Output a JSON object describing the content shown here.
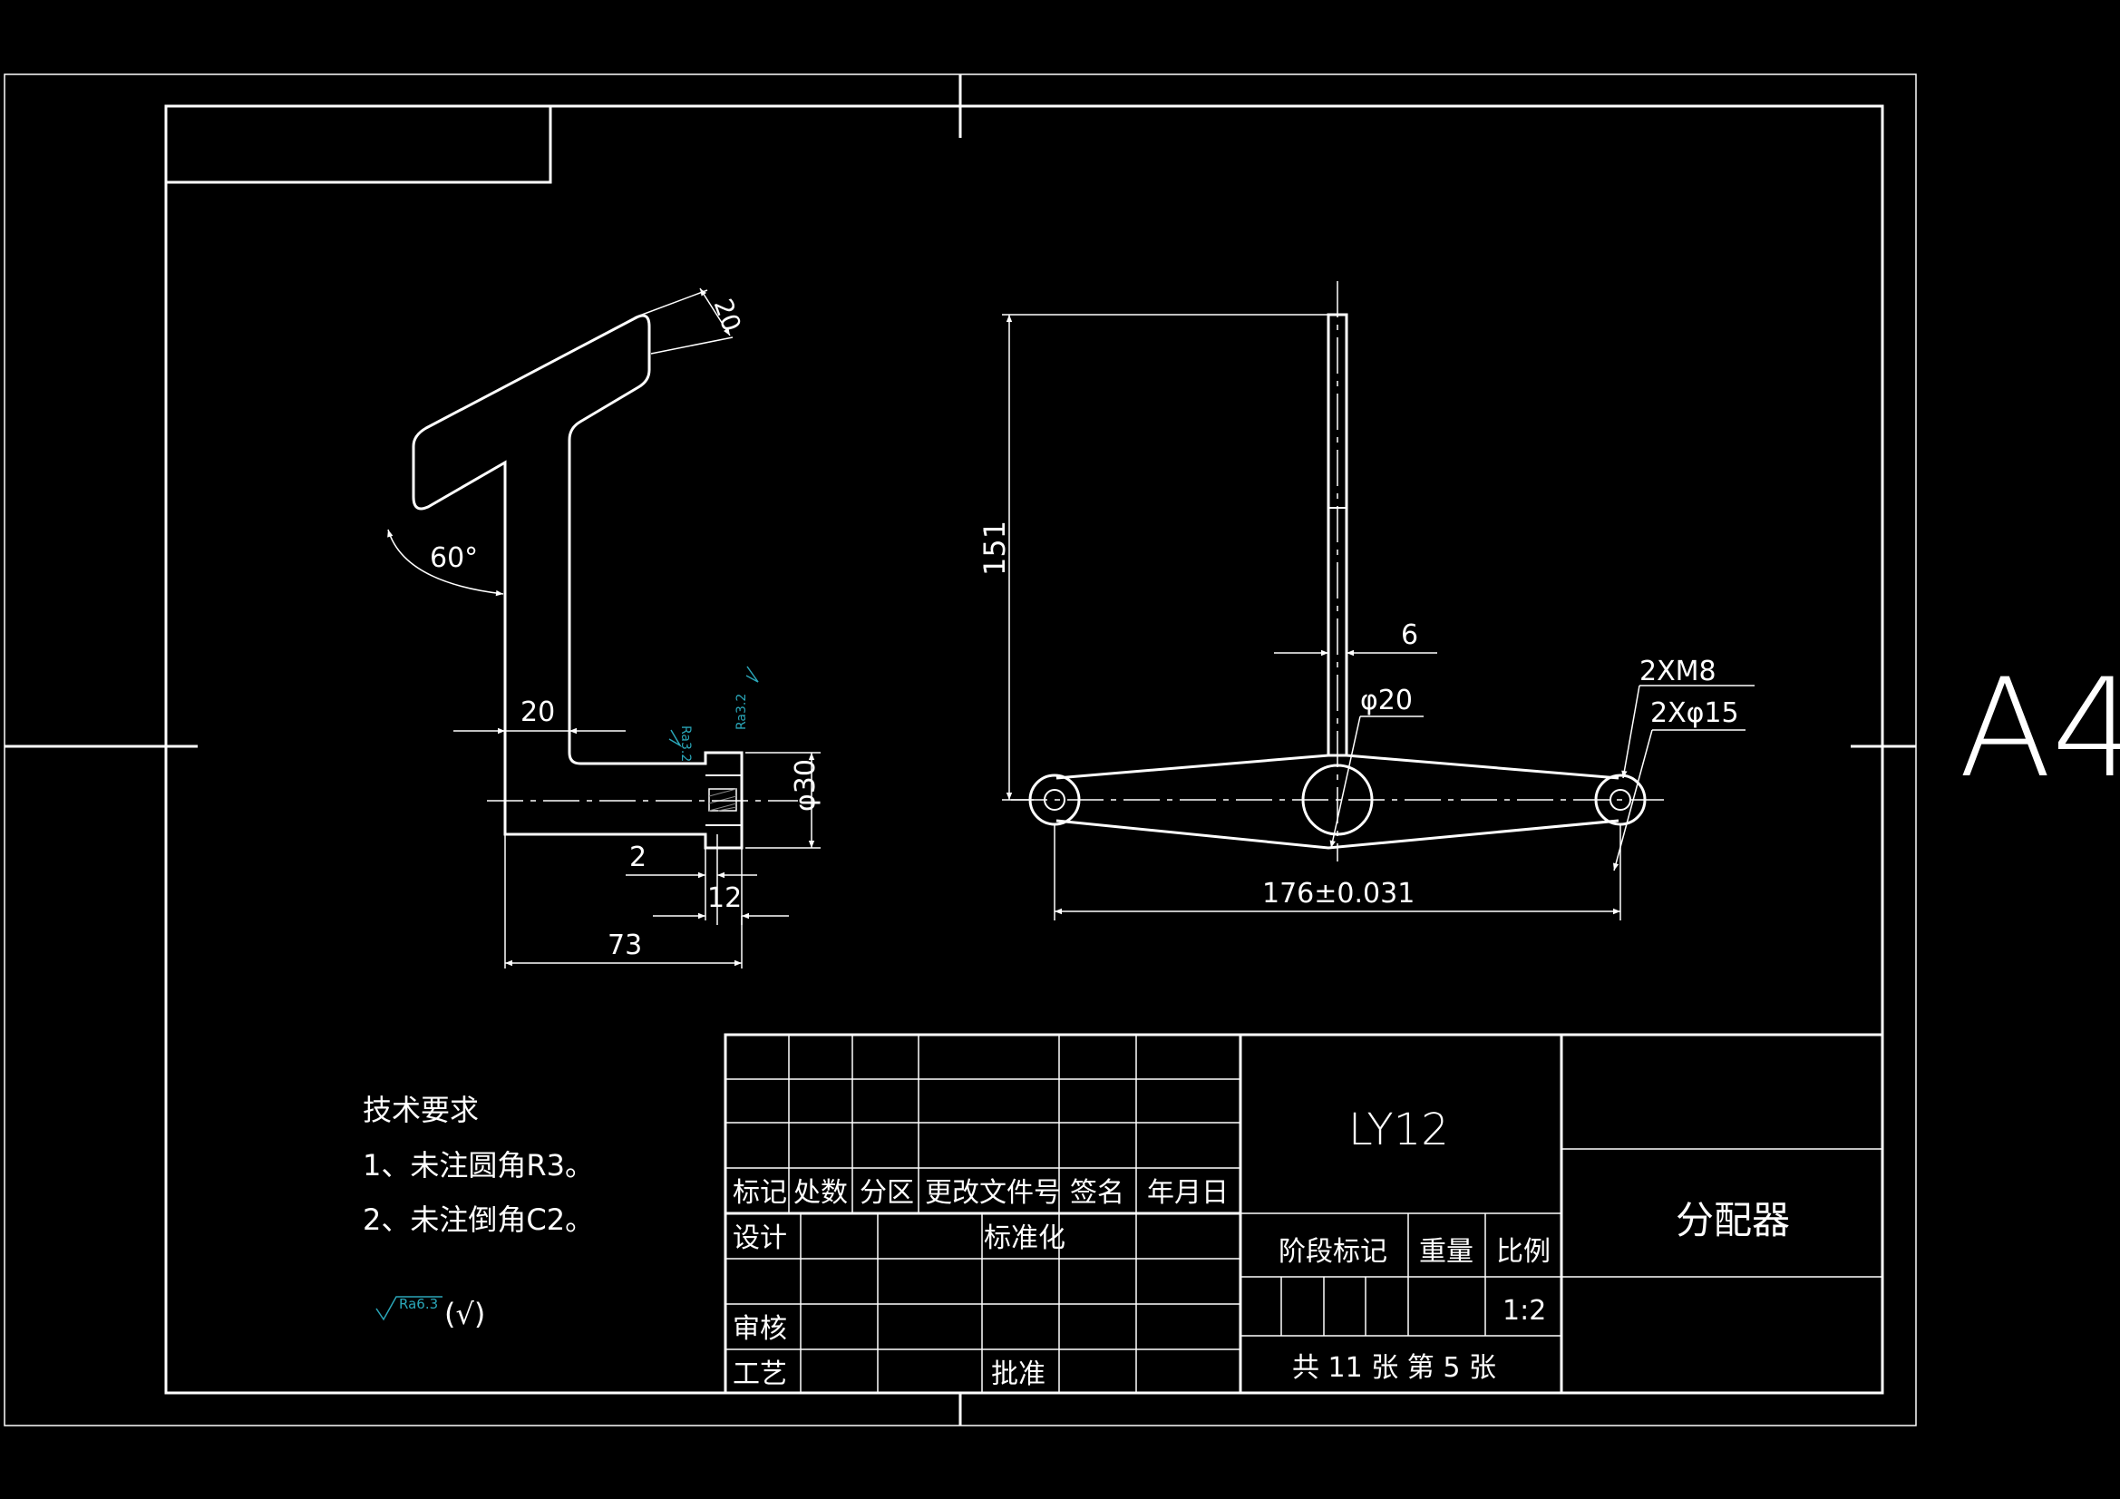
{
  "colors": {
    "background": "#000000",
    "line": "#ffffff",
    "annotation": "#2aa6b8"
  },
  "sheet": {
    "size_label": "A4"
  },
  "side_view": {
    "dim_20_top": "20",
    "angle_60": "60°",
    "dim_20_web": "20",
    "dia_30": "φ30",
    "dim_2": "2",
    "dim_12": "12",
    "dim_73": "73",
    "ra_left": "Ra3.2",
    "ra_right": "Ra3.2"
  },
  "front_view": {
    "dim_151": "151",
    "dim_6": "6",
    "dia_20": "φ20",
    "thread_label": "2XM8",
    "hole_label": "2Xφ15",
    "dim_176": "176±0.031"
  },
  "notes": {
    "title": "技术要求",
    "line1": "1、未注圆角R3。",
    "line2": "2、未注倒角C2。",
    "roughness": "Ra6.3",
    "roughness_suffix": "(√)"
  },
  "title_block": {
    "material": "LY12",
    "part_name": "分配器",
    "rev_headers": [
      "标记",
      "处数",
      "分区",
      "更改文件号",
      "签名",
      "年月日"
    ],
    "design": "设计",
    "standardize": "标准化",
    "review": "审核",
    "process": "工艺",
    "approve": "批准",
    "stage_mark": "阶段标记",
    "weight": "重量",
    "scale": "比例",
    "scale_value": "1:2",
    "sheet_info": "共 11 张 第 5 张"
  }
}
